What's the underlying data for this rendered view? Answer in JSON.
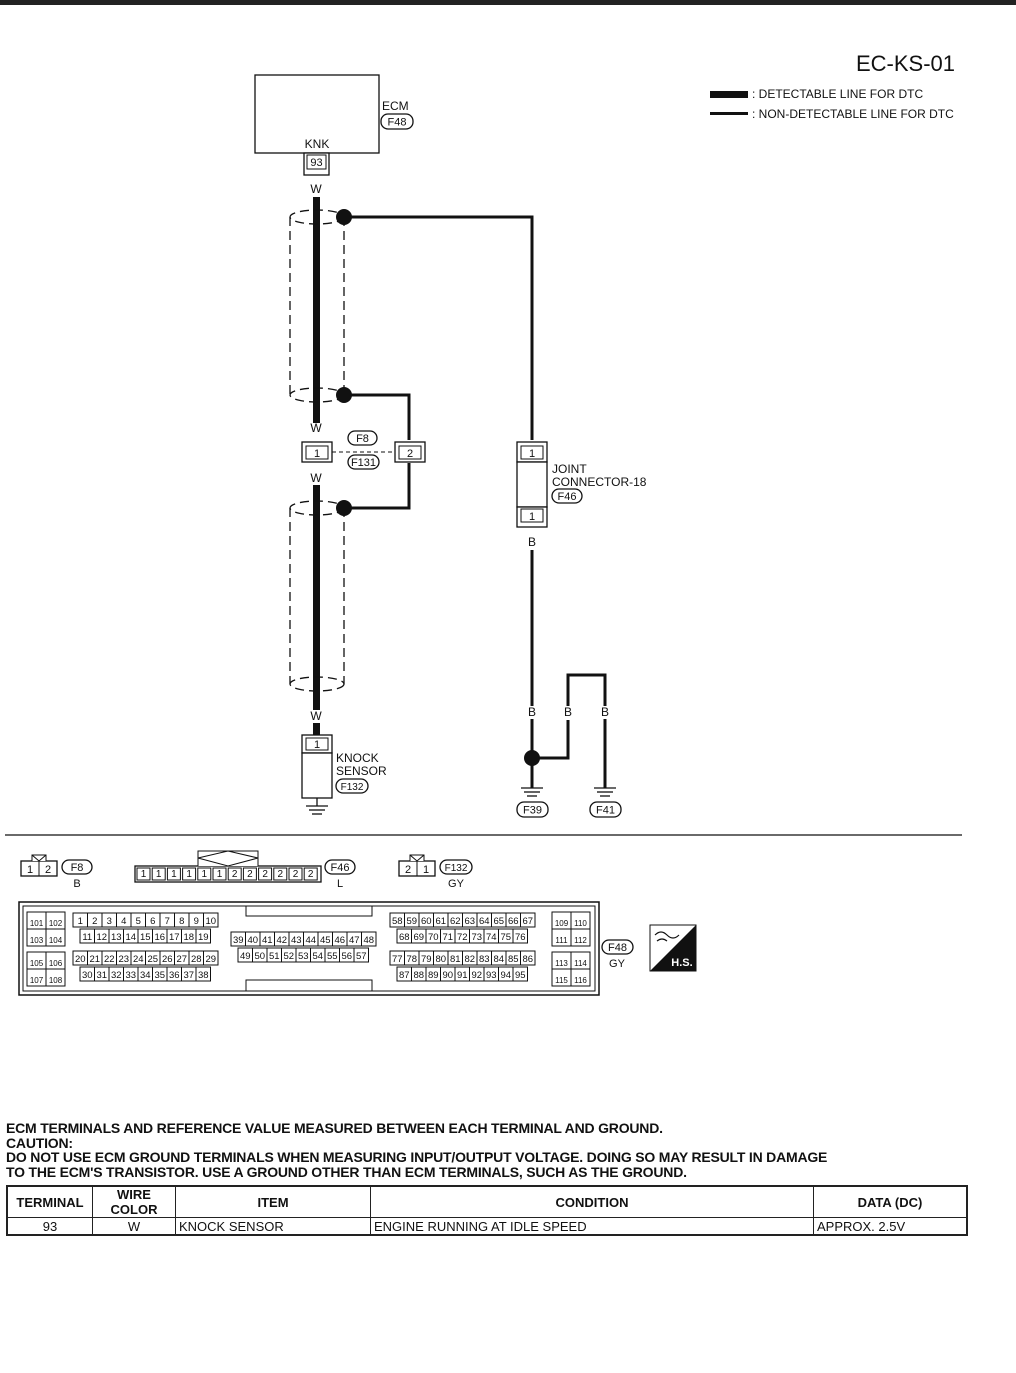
{
  "diagram_code": "EC-KS-01",
  "legend": [
    {
      "label": ": DETECTABLE LINE FOR DTC"
    },
    {
      "label": ": NON-DETECTABLE LINE FOR DTC"
    }
  ],
  "ecm": {
    "name": "ECM",
    "connector": "F48",
    "pin_label": "KNK",
    "pin": "93"
  },
  "wire_colors": {
    "w": "W",
    "b": "B"
  },
  "f8": {
    "connector_a": "F8",
    "connector_b": "F131",
    "pin_left": "1",
    "pin_right": "2"
  },
  "joint": {
    "line1": "JOINT",
    "line2": "CONNECTOR-18",
    "connector": "F46",
    "pin_top": "1",
    "pin_bottom": "1"
  },
  "knock": {
    "line1": "KNOCK",
    "line2": "SENSOR",
    "connector": "F132",
    "pin": "1"
  },
  "grounds": [
    "F39",
    "F41"
  ],
  "connector_views": {
    "f8": {
      "pins": [
        "1",
        "2"
      ],
      "id": "F8",
      "color": "B"
    },
    "f46": {
      "pins": [
        "1",
        "1",
        "1",
        "1",
        "1",
        "1",
        "2",
        "2",
        "2",
        "2",
        "2",
        "2"
      ],
      "id": "F46",
      "color": "L"
    },
    "f132": {
      "pins": [
        "2",
        "1"
      ],
      "id": "F132",
      "color": "GY"
    },
    "f48": {
      "id": "F48",
      "color": "GY",
      "left_block": [
        [
          "101",
          "102"
        ],
        [
          "103",
          "104"
        ],
        [
          "105",
          "106"
        ],
        [
          "107",
          "108"
        ]
      ],
      "row1": [
        "1",
        "2",
        "3",
        "4",
        "5",
        "6",
        "7",
        "8",
        "9",
        "10"
      ],
      "row2": [
        "11",
        "12",
        "13",
        "14",
        "15",
        "16",
        "17",
        "18",
        "19"
      ],
      "row3": [
        "20",
        "21",
        "22",
        "23",
        "24",
        "25",
        "26",
        "27",
        "28",
        "29"
      ],
      "row4": [
        "30",
        "31",
        "32",
        "33",
        "34",
        "35",
        "36",
        "37",
        "38"
      ],
      "mid1": [
        "39",
        "40",
        "41",
        "42",
        "43",
        "44",
        "45",
        "46",
        "47",
        "48"
      ],
      "mid2": [
        "49",
        "50",
        "51",
        "52",
        "53",
        "54",
        "55",
        "56",
        "57"
      ],
      "r1": [
        "58",
        "59",
        "60",
        "61",
        "62",
        "63",
        "64",
        "65",
        "66",
        "67"
      ],
      "r2": [
        "68",
        "69",
        "70",
        "71",
        "72",
        "73",
        "74",
        "75",
        "76"
      ],
      "r3": [
        "77",
        "78",
        "79",
        "80",
        "81",
        "82",
        "83",
        "84",
        "85",
        "86"
      ],
      "r4": [
        "87",
        "88",
        "89",
        "90",
        "91",
        "92",
        "93",
        "94",
        "95"
      ],
      "right_block": [
        [
          "109",
          "110"
        ],
        [
          "111",
          "112"
        ],
        [
          "113",
          "114"
        ],
        [
          "115",
          "116"
        ]
      ]
    },
    "hs_label": "H.S."
  },
  "notes": {
    "heading": "ECM TERMINALS AND REFERENCE VALUE MEASURED BETWEEN EACH TERMINAL AND GROUND.",
    "caution": "CAUTION:",
    "line1": "DO NOT USE ECM GROUND TERMINALS WHEN MEASURING INPUT/OUTPUT VOLTAGE. DOING SO MAY RESULT IN DAMAGE",
    "line2": "TO THE ECM'S TRANSISTOR. USE A GROUND OTHER THAN ECM TERMINALS, SUCH AS THE GROUND."
  },
  "table": {
    "headers": [
      "TERMINAL",
      "WIRE COLOR",
      "ITEM",
      "CONDITION",
      "DATA (DC)"
    ],
    "rows": [
      [
        "93",
        "W",
        "KNOCK SENSOR",
        "ENGINE RUNNING AT IDLE SPEED",
        "APPROX. 2.5V"
      ]
    ]
  }
}
